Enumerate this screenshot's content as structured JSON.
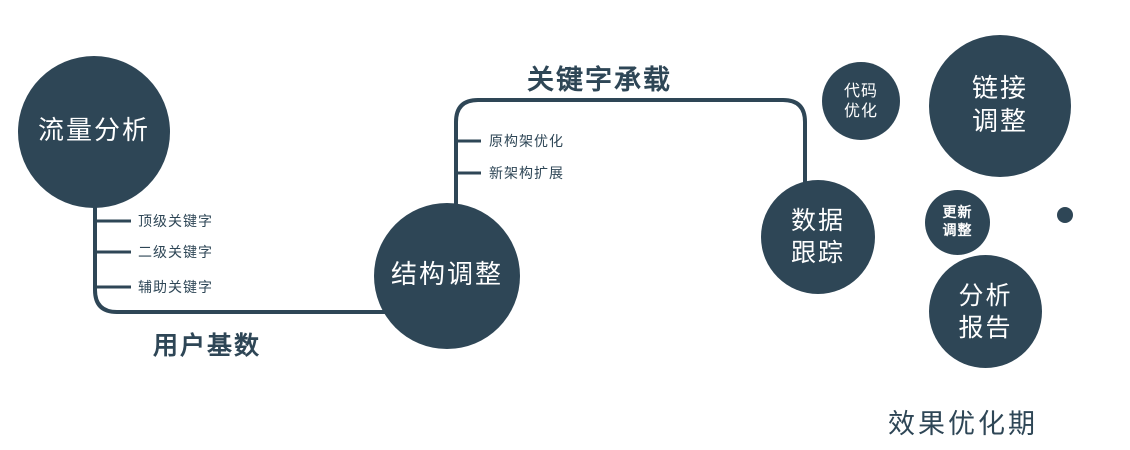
{
  "colors": {
    "primary": "#2E4656",
    "background": "#FFFFFF",
    "text": "#2E4656"
  },
  "nodes": {
    "traffic": {
      "label": "流量分析"
    },
    "structure": {
      "label": "结构调整"
    },
    "tracking": {
      "line1": "数据",
      "line2": "跟踪"
    },
    "code": {
      "line1": "代码",
      "line2": "优化"
    },
    "link": {
      "line1": "链接",
      "line2": "调整"
    },
    "update": {
      "line1": "更新",
      "line2": "调整"
    },
    "report": {
      "line1": "分析",
      "line2": "报告"
    }
  },
  "edge_labels": {
    "user_base": "用户基数",
    "keyword_bearing": "关键字承载"
  },
  "branches": {
    "traffic_keywords": [
      "顶级关键字",
      "二级关键字",
      "辅助关键字"
    ],
    "structure_items": [
      "原构架优化",
      "新架构扩展"
    ]
  },
  "footer": "效果优化期"
}
